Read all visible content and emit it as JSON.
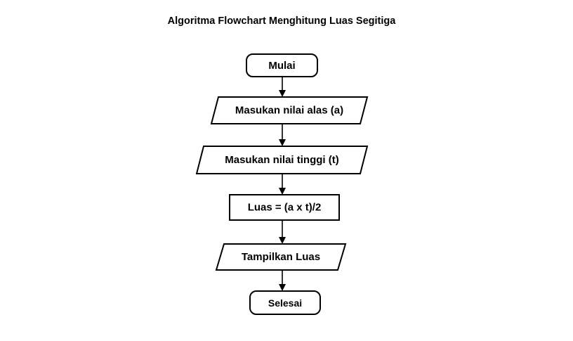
{
  "title": "Algoritma Flowchart Menghitung Luas Segitiga",
  "flowchart": {
    "nodes": [
      {
        "id": "start",
        "shape": "terminator",
        "label": "Mulai"
      },
      {
        "id": "input-alas",
        "shape": "parallelogram",
        "label": "Masukan nilai alas (a)"
      },
      {
        "id": "input-tinggi",
        "shape": "parallelogram",
        "label": "Masukan nilai tinggi (t)"
      },
      {
        "id": "process-luas",
        "shape": "process",
        "label": "Luas = (a x t)/2"
      },
      {
        "id": "output-luas",
        "shape": "parallelogram",
        "label": "Tampilkan Luas"
      },
      {
        "id": "end",
        "shape": "terminator",
        "label": "Selesai"
      }
    ],
    "connections": [
      {
        "from": "start",
        "to": "input-alas"
      },
      {
        "from": "input-alas",
        "to": "input-tinggi"
      },
      {
        "from": "input-tinggi",
        "to": "process-luas"
      },
      {
        "from": "process-luas",
        "to": "output-luas"
      },
      {
        "from": "output-luas",
        "to": "end"
      }
    ],
    "colors": {
      "stroke": "#000000",
      "fill": "#ffffff",
      "text": "#000000",
      "background": "#ffffff"
    }
  }
}
